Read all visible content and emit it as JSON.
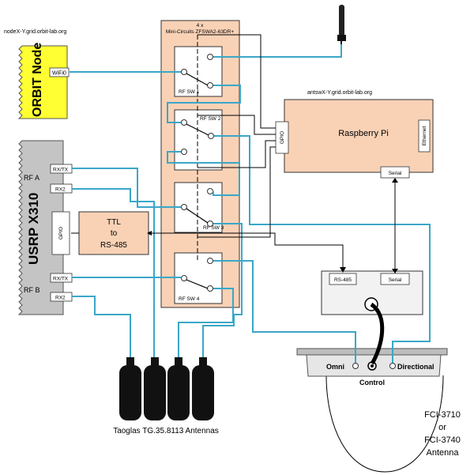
{
  "orbit": {
    "hostname": "nodeX-Y.grid.orbit-lab.org",
    "title": "ORBIT Node",
    "wifi_port": "WiFi0"
  },
  "switches": {
    "group_title_line1": "4 x",
    "group_title_line2": "Mini-Circuits ZFSWA2-63DR+",
    "labels": [
      "RF SW 1",
      "RF SW 2",
      "RF SW 3",
      "RF SW 4"
    ]
  },
  "raspberry": {
    "hostname": "antswX-Y.grid.orbit-lab.org",
    "title": "Raspberry Pi",
    "gpio_port": "GPIO",
    "ethernet_port": "Ethernet",
    "serial_port": "Serial"
  },
  "usrp": {
    "title": "USRP X310",
    "rf_a": "RF A",
    "rf_b": "RF B",
    "rxtx_a": "RX/TX",
    "rx2_a": "RX2",
    "gpio": "GPIO",
    "rxtx_b": "RX/TX",
    "rx2_b": "RX2"
  },
  "converter": {
    "line1": "TTL",
    "line2": "to",
    "line3": "RS-485"
  },
  "controller": {
    "rs485_port": "RS-485",
    "serial_port": "Serial"
  },
  "antenna_base": {
    "omni": "Omni",
    "control": "Control",
    "directional": "Directional"
  },
  "taoglas_label": "Taoglas TG.35.8113 Antennas",
  "fci_label": {
    "line1": "FCI-3710",
    "line2": "or",
    "line3": "FCI-3740",
    "line4": "Antenna"
  },
  "colors": {
    "rf_cable": "#3aa7c8",
    "switch_panel": "#f9d2b6",
    "orbit_node": "#ffff33",
    "usrp_body": "#c4c4c4",
    "antenna_base": "#dcdcdc"
  }
}
